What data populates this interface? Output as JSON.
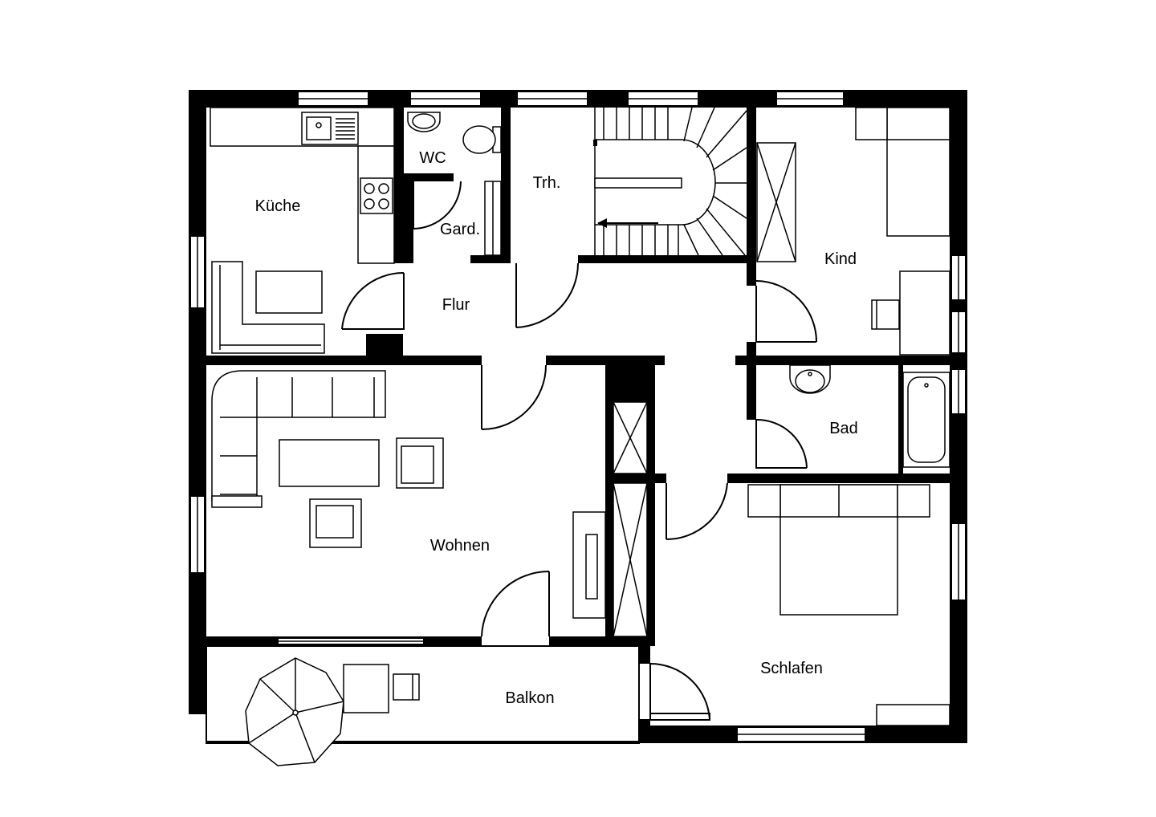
{
  "rooms": {
    "kueche": "Küche",
    "wc": "WC",
    "garderobe": "Gard.",
    "treppenhaus": "Trh.",
    "flur": "Flur",
    "kind": "Kind",
    "bad": "Bad",
    "wohnen": "Wohnen",
    "schlafen": "Schlafen",
    "balkon": "Balkon"
  }
}
